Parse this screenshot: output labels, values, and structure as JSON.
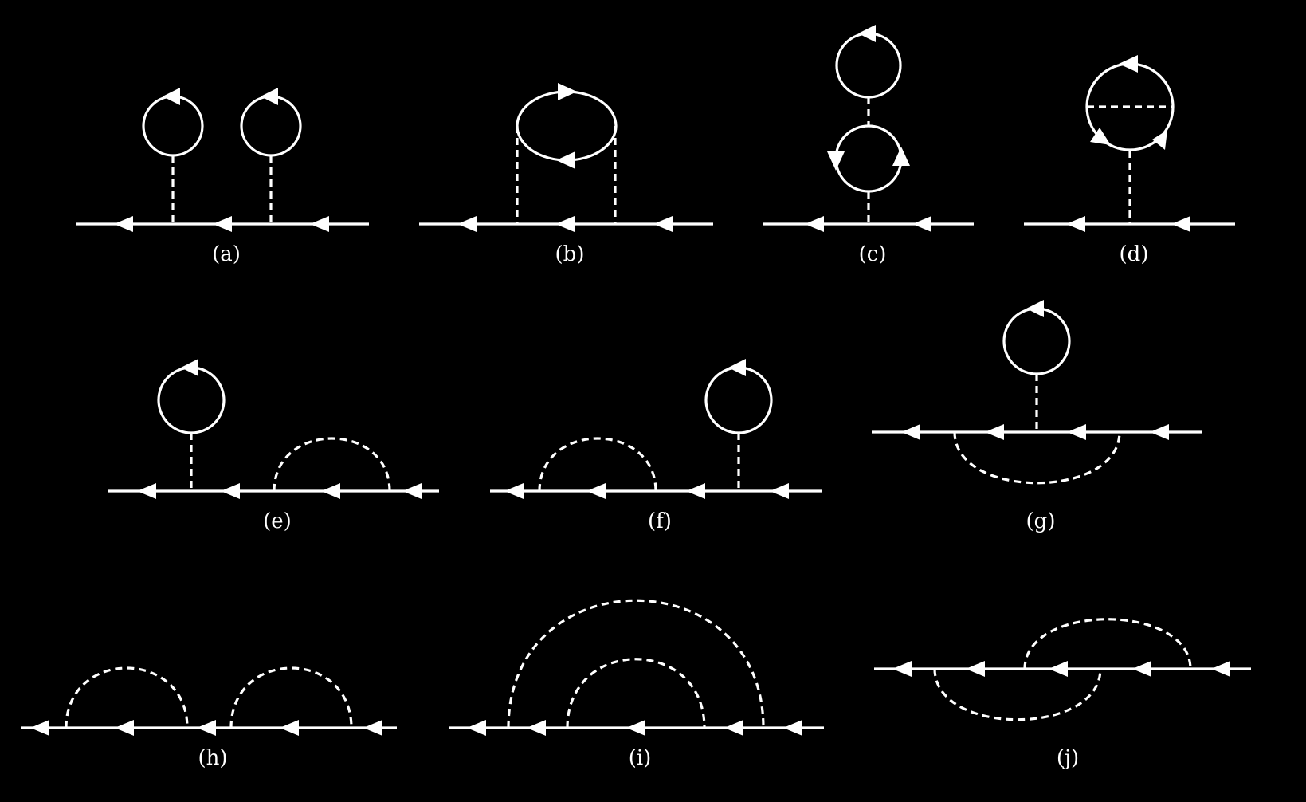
{
  "figure": {
    "background": "#000000",
    "foreground": "#ffffff",
    "diagrams": [
      {
        "id": "a",
        "label": "(a)"
      },
      {
        "id": "b",
        "label": "(b)"
      },
      {
        "id": "c",
        "label": "(c)"
      },
      {
        "id": "d",
        "label": "(d)"
      },
      {
        "id": "e",
        "label": "(e)"
      },
      {
        "id": "f",
        "label": "(f)"
      },
      {
        "id": "g",
        "label": "(g)"
      },
      {
        "id": "h",
        "label": "(h)"
      },
      {
        "id": "i",
        "label": "(i)"
      },
      {
        "id": "j",
        "label": "(j)"
      }
    ]
  }
}
